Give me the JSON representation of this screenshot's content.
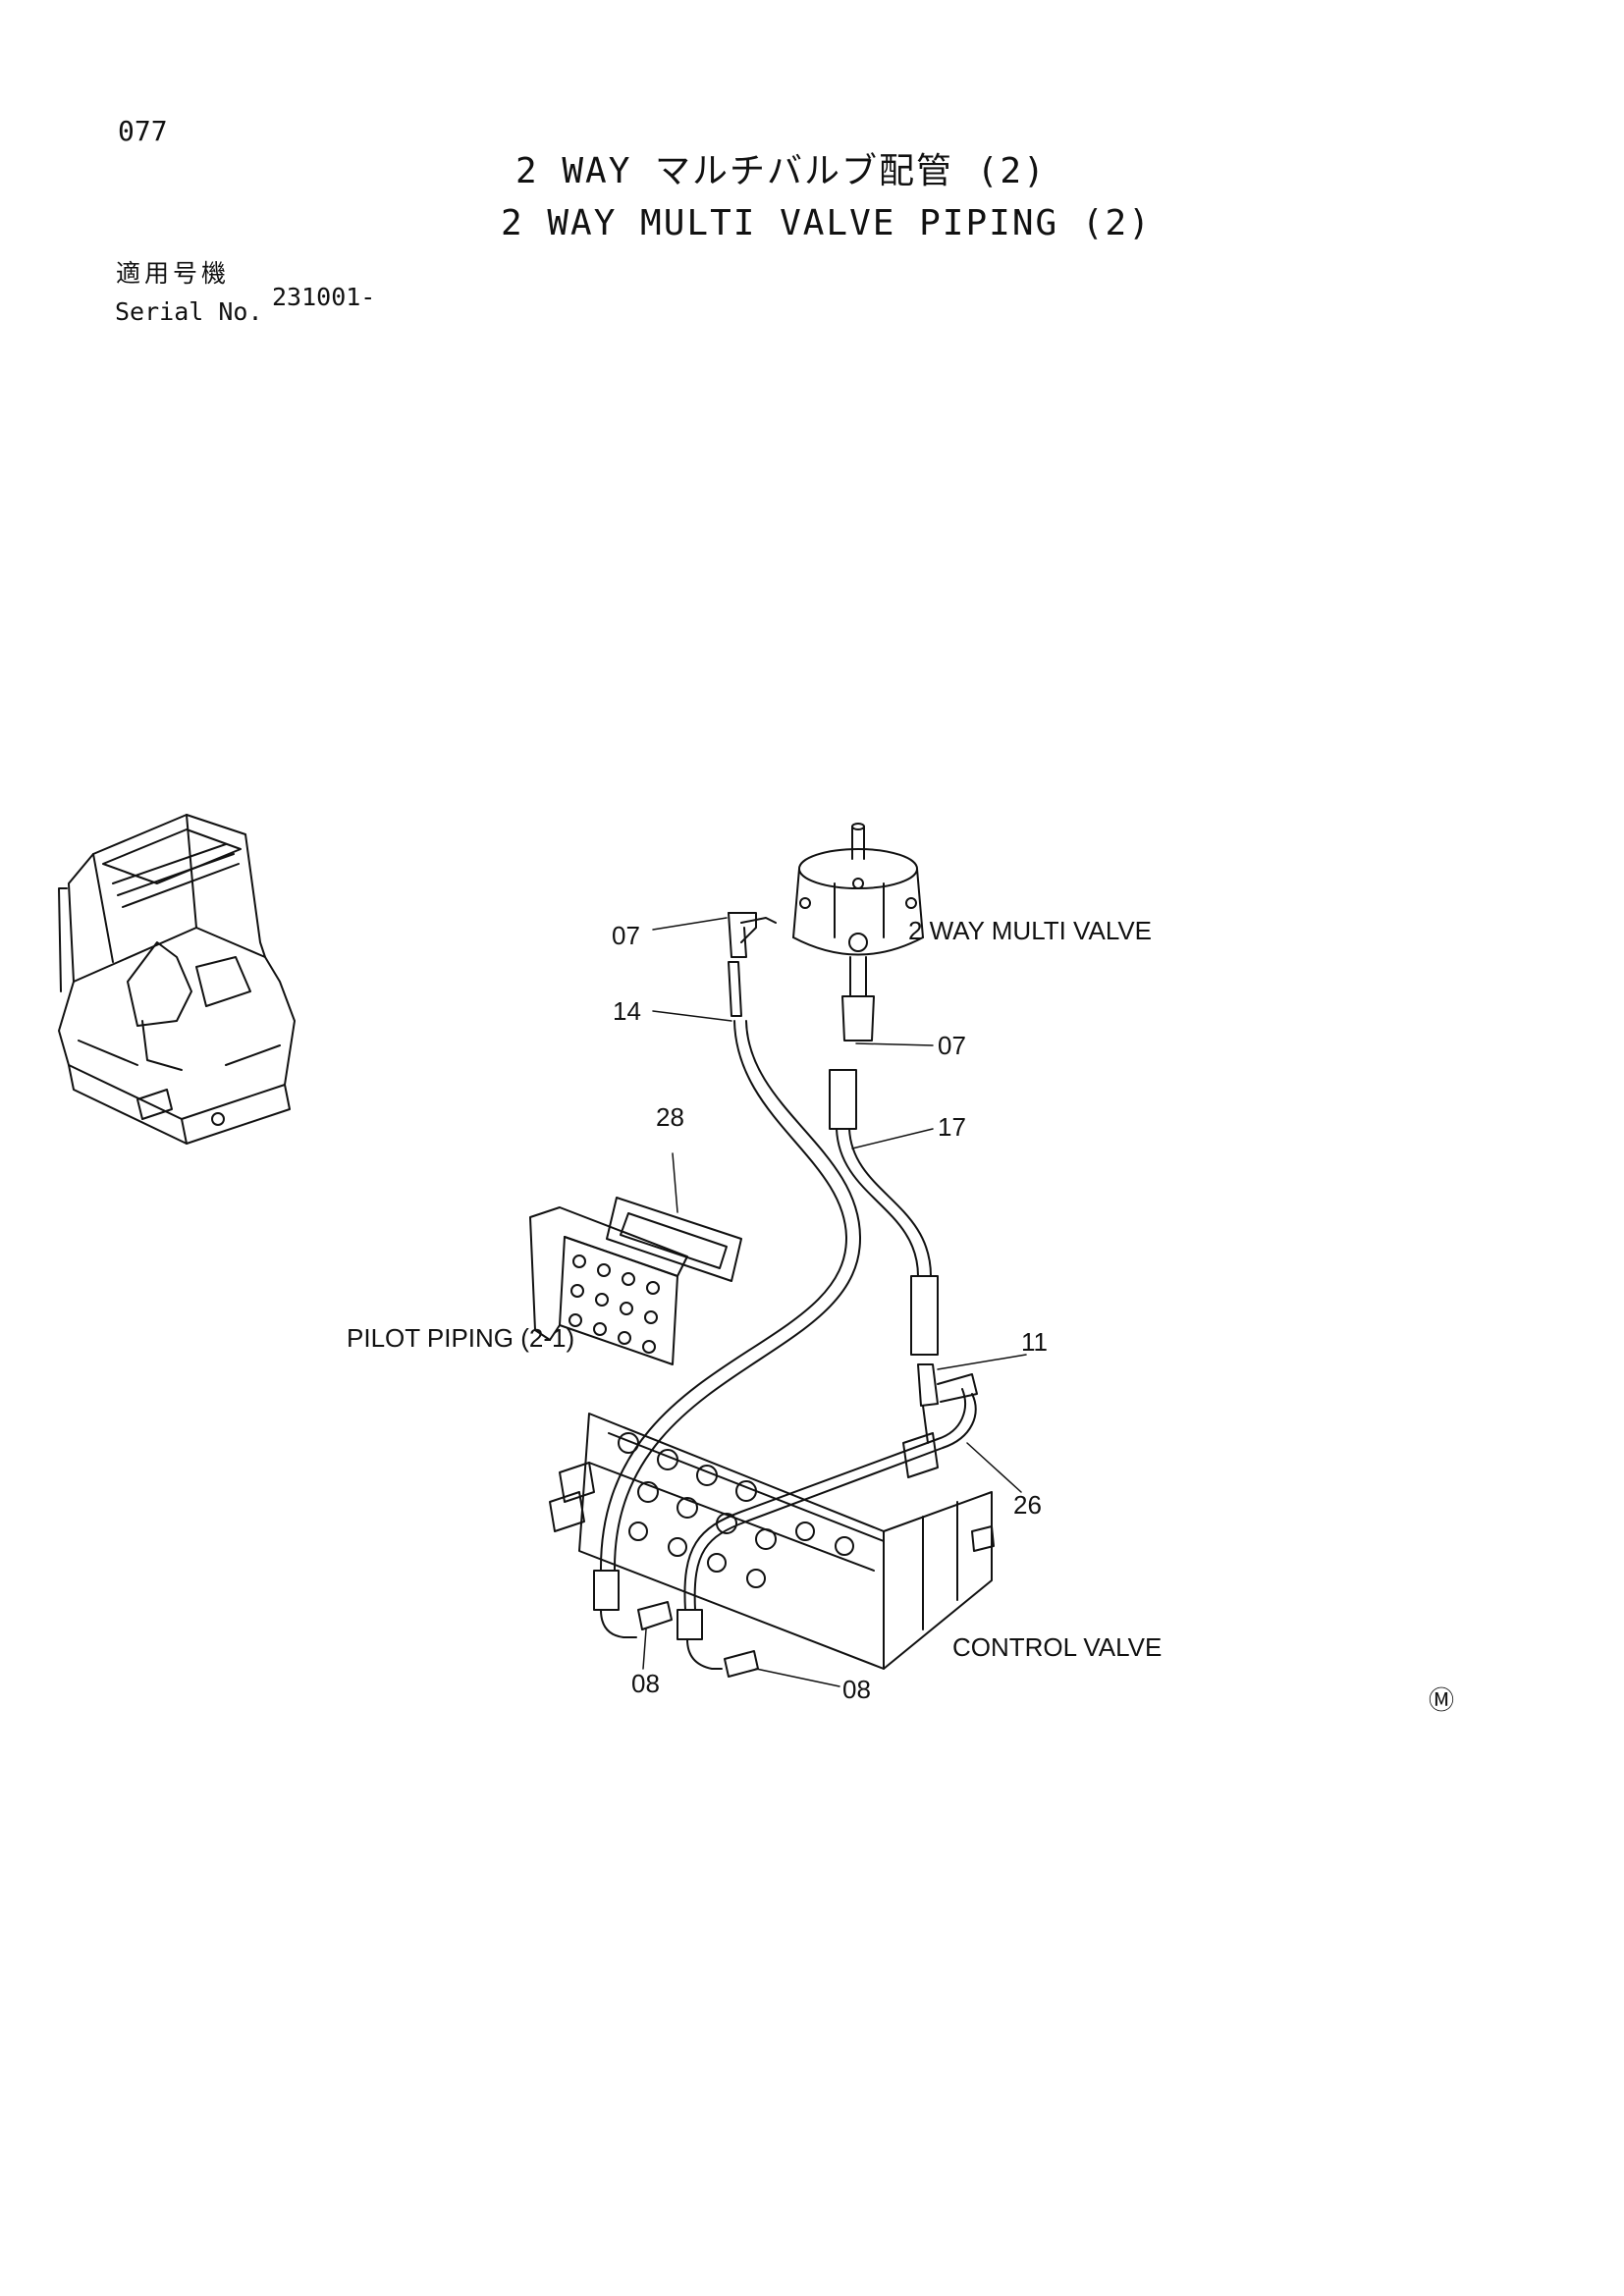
{
  "header": {
    "page_number": "077",
    "title_jp": "2 WAY マルチバルブ配管 (2)",
    "title_en": "2 WAY MULTI VALVE PIPING (2)",
    "serial_label_jp": "適用号機",
    "serial_label_en": "Serial No.",
    "serial_value": "231001-"
  },
  "diagram": {
    "components": {
      "multi_valve": "2 WAY MULTI VALVE",
      "control_valve": "CONTROL VALVE",
      "pilot_piping": "PILOT PIPING (2-1)"
    },
    "callouts": [
      "07",
      "14",
      "07",
      "17",
      "28",
      "11",
      "26",
      "08",
      "08"
    ],
    "mark": "Ⓜ"
  }
}
